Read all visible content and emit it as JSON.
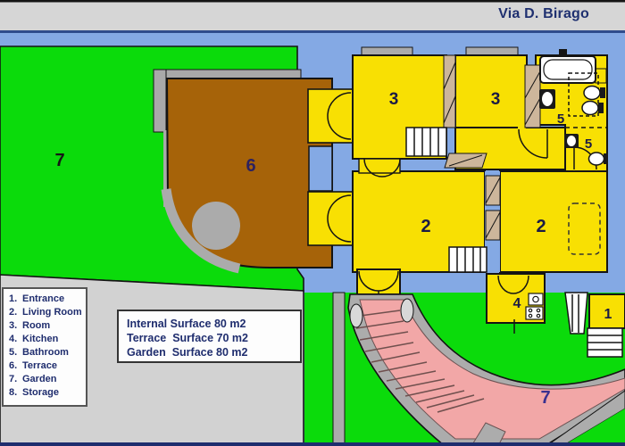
{
  "street": {
    "name": "Via D. Birago"
  },
  "legend": {
    "items": [
      {
        "num": "1.",
        "label": "Entrance"
      },
      {
        "num": "2.",
        "label": "Living Room"
      },
      {
        "num": "3.",
        "label": "Room"
      },
      {
        "num": "4.",
        "label": "Kitchen"
      },
      {
        "num": "5.",
        "label": "Bathroom"
      },
      {
        "num": "6.",
        "label": "Terrace"
      },
      {
        "num": "7.",
        "label": "Garden"
      },
      {
        "num": "8.",
        "label": "Storage"
      }
    ]
  },
  "surface_box": {
    "lines": [
      "Internal Surface 80 m2",
      "Terrace  Surface 70 m2",
      "Garden  Surface 80 m2"
    ]
  },
  "plan": {
    "labels": [
      {
        "id": "garden-left",
        "text": "7"
      },
      {
        "id": "terrace",
        "text": "6"
      },
      {
        "id": "room-left",
        "text": "3"
      },
      {
        "id": "room-right",
        "text": "3"
      },
      {
        "id": "bathroom-upper",
        "text": "5"
      },
      {
        "id": "bathroom-lower",
        "text": "5"
      },
      {
        "id": "living-room-left",
        "text": "2"
      },
      {
        "id": "living-room-right",
        "text": "2"
      },
      {
        "id": "kitchen",
        "text": "4"
      },
      {
        "id": "entrance",
        "text": "1"
      },
      {
        "id": "garden-path",
        "text": "7"
      }
    ]
  },
  "colors": {
    "street_blue": "#84A9E4",
    "street_strip_gray": "#D6D6D6",
    "sidewalk_gray": "#D2D2D2",
    "garden_green": "#0BDB0B",
    "terrace_brown": "#A66309",
    "room_yellow": "#F8E003",
    "path_pink": "#F2A7A7",
    "wall_gray": "#ABABAB",
    "stair_tan": "#CDB69B",
    "label_navy": "#1F2D6E"
  }
}
